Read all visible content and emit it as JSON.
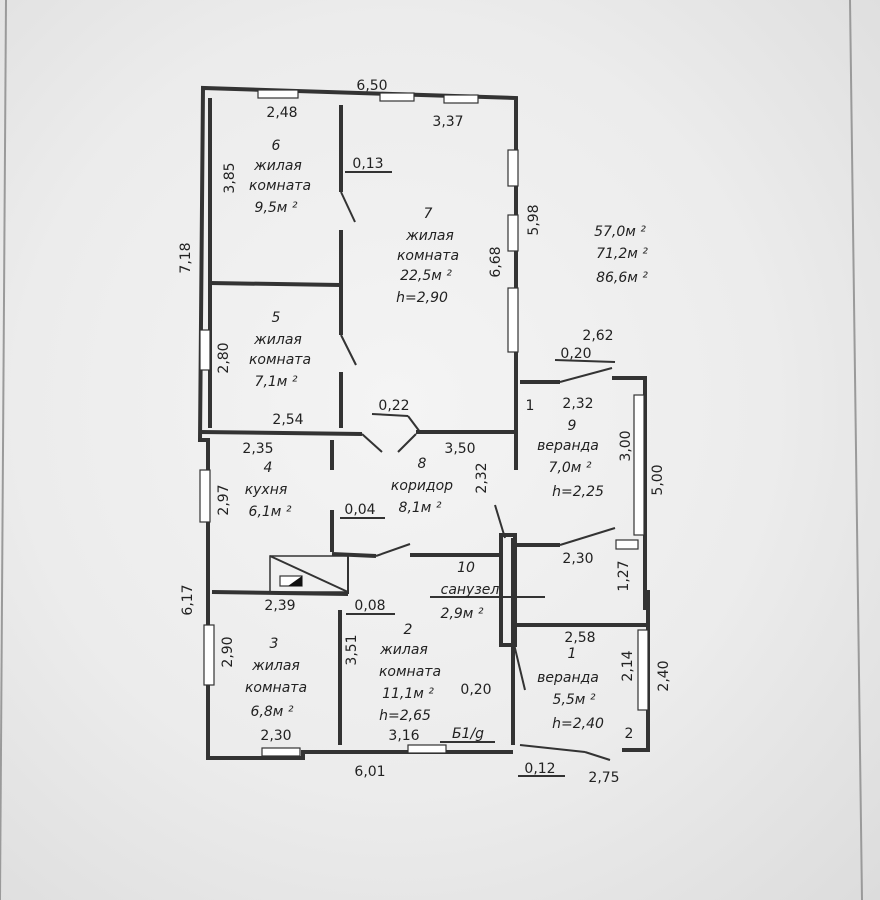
{
  "rooms": [
    {
      "num": "6",
      "name_l1": "жилая",
      "name_l2": "комната",
      "area": "9,5м ²"
    },
    {
      "num": "7",
      "name_l1": "жилая",
      "name_l2": "комната",
      "area": "22,5м ²",
      "height": "h=2,90"
    },
    {
      "num": "5",
      "name_l1": "жилая",
      "name_l2": "комната",
      "area": "7,1м ²"
    },
    {
      "num": "4",
      "name_l1": "кухня",
      "area": "6,1м ²"
    },
    {
      "num": "8",
      "name_l1": "коридор",
      "area": "8,1м ²"
    },
    {
      "num": "9",
      "name_l1": "веранда",
      "area": "7,0м ²",
      "height": "h=2,25"
    },
    {
      "num": "10",
      "name_l1": "санузел",
      "area": "2,9м ²"
    },
    {
      "num": "2",
      "name_l1": "жилая",
      "name_l2": "комната",
      "area": "11,1м ²",
      "height": "h=2,65"
    },
    {
      "num": "3",
      "name_l1": "жилая",
      "name_l2": "комната",
      "area": "6,8м ²"
    },
    {
      "num": "1",
      "name_l1": "веранда",
      "area": "5,5м ²",
      "height": "h=2,40"
    }
  ],
  "totals": [
    "57,0м ²",
    "71,2м ²",
    "86,6м ²"
  ],
  "dims": {
    "top_total": "6,50",
    "top_left": "2,48",
    "top_right": "3,37",
    "wall_013": "0,13",
    "left_385": "3,85",
    "left_718": "7,18",
    "right_598": "5,98",
    "right_668": "6,68",
    "left_280": "2,80",
    "w_254": "2,54",
    "w_022": "0,22",
    "w_235": "2,35",
    "left_297": "2,97",
    "w_350": "3,50",
    "v_232": "2,32",
    "w_004": "0,04",
    "w_262": "2,62",
    "w_020a": "0,20",
    "mark_1": "1",
    "w_232": "2,32",
    "v_300": "3,00",
    "v_500": "5,00",
    "w_230a": "2,30",
    "v_127": "1,27",
    "w_239": "2,39",
    "w_008": "0,08",
    "left_617": "6,17",
    "left_290": "2,90",
    "v_351": "3,51",
    "w_258": "2,58",
    "v_214": "2,14",
    "v_240": "2,40",
    "w_020b": "0,20",
    "w_230b": "2,30",
    "w_316": "3,16",
    "b1g": "Б1/g",
    "mark_2": "2",
    "bottom_601": "6,01",
    "w_012": "0,12",
    "w_275": "2,75"
  }
}
